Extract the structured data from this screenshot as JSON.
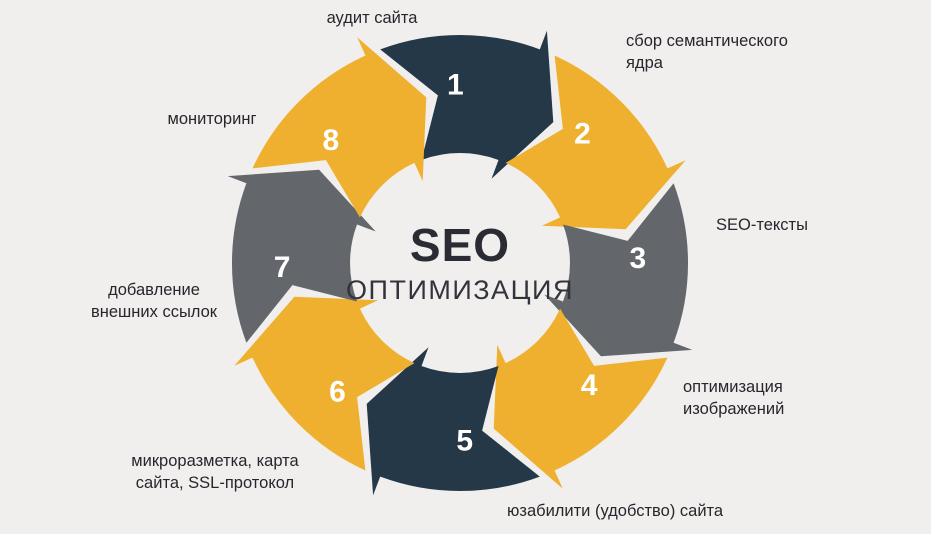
{
  "center": {
    "line1": "SEO",
    "line2": "ОПТИМИЗАЦИЯ"
  },
  "colors": {
    "dark": "#253847",
    "yellow": "#f0b02f",
    "gray": "#63666b",
    "background": "#f1efed",
    "number": "#ffffff"
  },
  "steps": [
    {
      "number": "1",
      "label": "аудит сайта",
      "color": "dark"
    },
    {
      "number": "2",
      "label": "сбор семантического\nядра",
      "color": "yellow"
    },
    {
      "number": "3",
      "label": "SEO-тексты",
      "color": "gray"
    },
    {
      "number": "4",
      "label": "оптимизация\nизображений",
      "color": "yellow"
    },
    {
      "number": "5",
      "label": "юзабилити (удобство) сайта",
      "color": "dark"
    },
    {
      "number": "6",
      "label": "микроразметка, карта\nсайта, SSL-протокол",
      "color": "yellow"
    },
    {
      "number": "7",
      "label": "добавление\nвнешних ссылок",
      "color": "gray"
    },
    {
      "number": "8",
      "label": "мониторинг",
      "color": "yellow"
    }
  ]
}
